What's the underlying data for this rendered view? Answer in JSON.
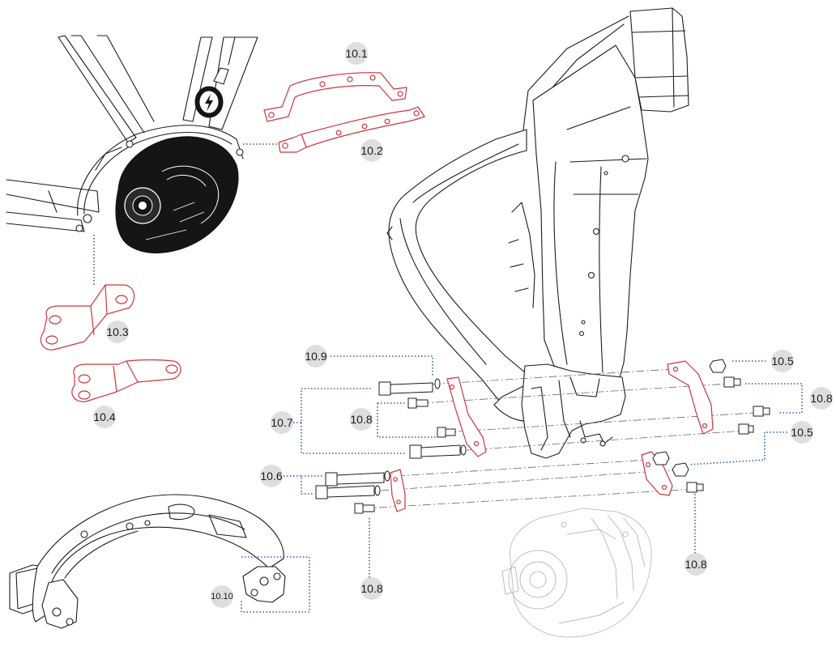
{
  "labels": {
    "p10_1": "10.1",
    "p10_2": "10.2",
    "p10_3": "10.3",
    "p10_4": "10.4",
    "p10_5a": "10.5",
    "p10_5b": "10.5",
    "p10_6": "10.6",
    "p10_7": "10.7",
    "p10_8a": "10.8",
    "p10_8b": "10.8",
    "p10_8c": "10.8",
    "p10_8d": "10.8",
    "p10_9": "10.9",
    "p10_10": "10.10"
  },
  "colors": {
    "outline": "#1c1c1c",
    "highlight_part": "#d1343f",
    "leader_line": "#2e5fa8",
    "label_badge": "#dedede",
    "ghost_motor": "#bdbdbd"
  },
  "icons": {
    "motor_badge": "lightning-bolt-icon"
  }
}
